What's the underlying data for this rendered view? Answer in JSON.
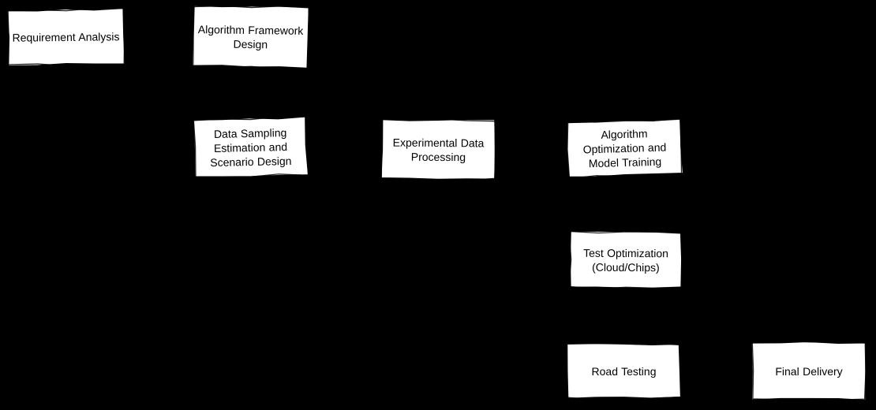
{
  "diagram": {
    "kind": "flowchart",
    "colors": {
      "background": "#000000",
      "node_fill": "#ffffff",
      "node_stroke": "#000000",
      "text": "#000000"
    },
    "nodes": [
      {
        "label": "Requirement Analysis"
      },
      {
        "label": "Algorithm Framework Design"
      },
      {
        "label": "Data Sampling Estimation and Scenario Design"
      },
      {
        "label": "Experimental Data Processing"
      },
      {
        "label": "Algorithm Optimization and Model Training"
      },
      {
        "label": "Test Optimization (Cloud/Chips)"
      },
      {
        "label": "Road Testing"
      },
      {
        "label": "Final Delivery"
      }
    ]
  }
}
